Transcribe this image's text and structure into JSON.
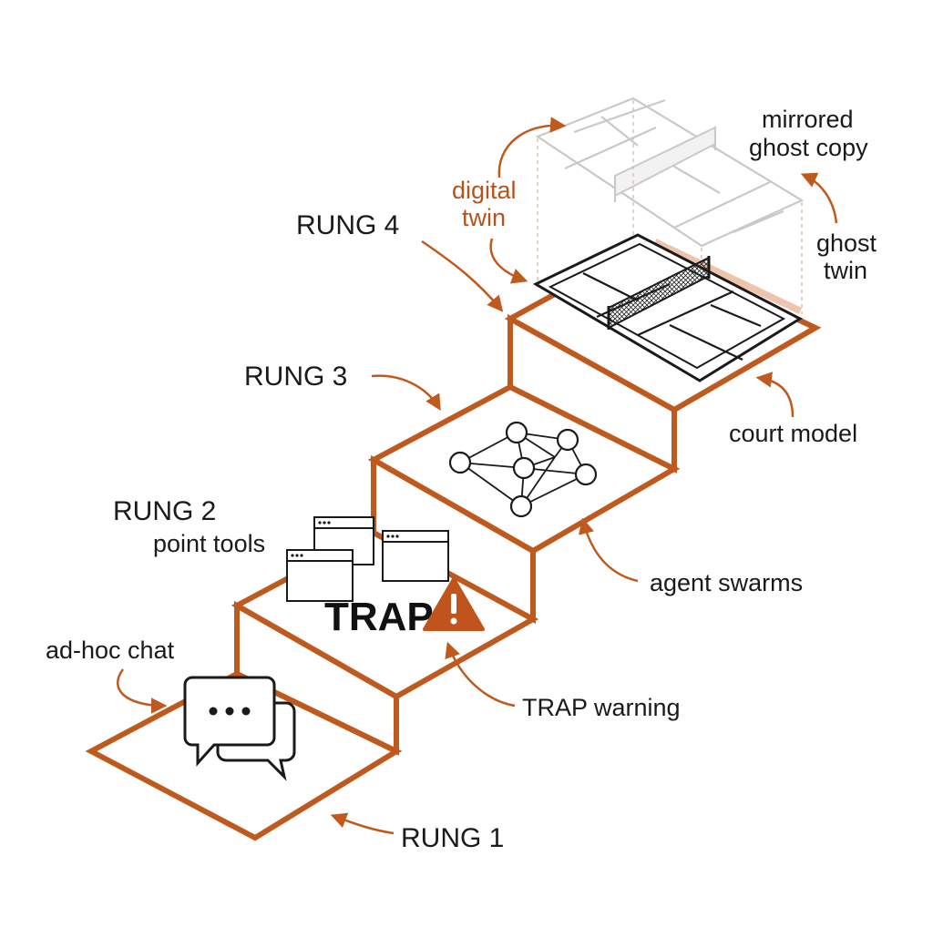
{
  "labels": {
    "rung1": "RUNG 1",
    "rung2": "RUNG 2",
    "rung3": "RUNG 3",
    "rung4": "RUNG 4",
    "point_tools": "point tools",
    "adhoc_chat": "ad-hoc chat",
    "trap": "TRAP",
    "trap_warning": "TRAP warning",
    "agent_swarms": "agent swarms",
    "court_model": "court model",
    "digital_twin_line1": "digital",
    "digital_twin_line2": "twin",
    "ghost_twin_line1": "ghost",
    "ghost_twin_line2": "twin",
    "mirrored_line1": "mirrored",
    "mirrored_line2": "ghost copy"
  },
  "icons": {
    "chat": "chat-bubbles-icon",
    "windows": "browser-window-icon",
    "warning": "warning-triangle-icon",
    "network": "network-graph-icon",
    "court": "tennis-court-icon"
  },
  "colors": {
    "accent": "#bf5a1f",
    "ink": "#1a1a1a",
    "ghost": "#c9c9c9"
  }
}
